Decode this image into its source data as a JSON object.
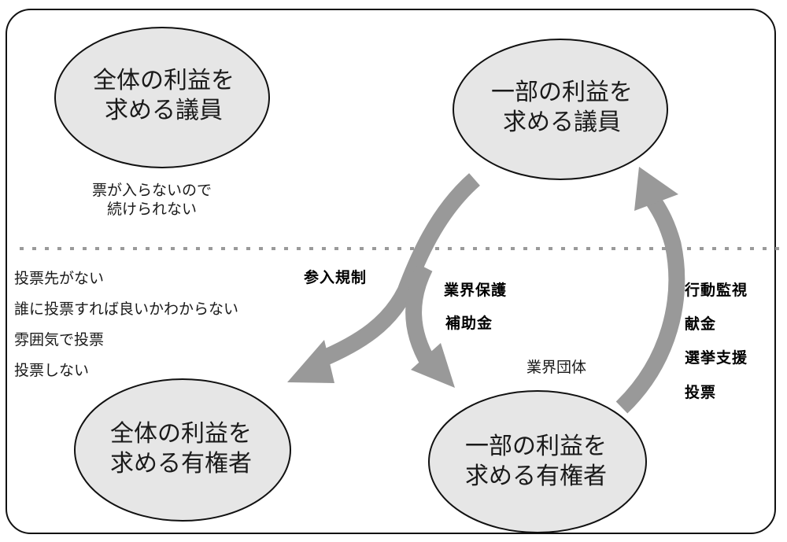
{
  "nodes": {
    "politician_general": {
      "line1": "全体の利益を",
      "line2": "求める議員"
    },
    "politician_special": {
      "line1": "一部の利益を",
      "line2": "求める議員"
    },
    "voter_general": {
      "line1": "全体の利益を",
      "line2": "求める有権者"
    },
    "voter_special": {
      "line1": "一部の利益を",
      "line2": "求める有権者"
    }
  },
  "notes": {
    "politician_general_note": {
      "line1": "票が入らないので",
      "line2": "続けられない"
    },
    "industry_group": "業界団体"
  },
  "voter_general_issues": [
    "投票先がない",
    "誰に投票すれば良いかわからない",
    "雰囲気で投票",
    "投票しない"
  ],
  "arrow_labels": {
    "entry_regulation": "参入規制",
    "to_special_voters": [
      "業界保護",
      "補助金"
    ],
    "to_special_politicians": [
      "行動監視",
      "献金",
      "選挙支援",
      "投票"
    ]
  },
  "colors": {
    "ellipse_fill": "#e6e6e6",
    "arrow": "#999999",
    "divider": "#9a9a9a",
    "outline": "#111111"
  }
}
